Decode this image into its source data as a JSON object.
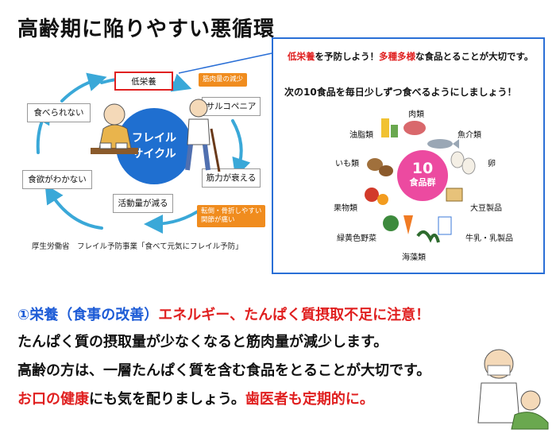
{
  "title": "高齢期に陥りやすい悪循環",
  "cycle": {
    "center_line1": "フレイル",
    "center_line2": "サイクル",
    "nodes": {
      "low_nutrition": "低栄養",
      "sarcopenia": "サルコペニア",
      "muscle_weak": "筋力が衰える",
      "activity_down": "活動量が減る",
      "no_appetite": "食欲がわかない",
      "cannot_eat": "食べられない"
    },
    "notes": {
      "muscle_loss": "筋肉量の減少",
      "fall_1": "転倒・骨折しやすい",
      "fall_2": "関節が痛い"
    },
    "colors": {
      "frail": "#1f6fd0",
      "note": "#f08c1e",
      "highlight": "#e02020"
    }
  },
  "source": "厚生労働省　フレイル予防事業「食べて元気にフレイル予防」",
  "food": {
    "line1_red1": "低栄養",
    "line1_mid1": "を予防しよう！",
    "line1_red2": "多種多様",
    "line1_end": "な食品とることが大切です。",
    "line2": "次の10食品を毎日少しずつ食べるようにしましょう！",
    "center_num": "10",
    "center_text": "食品群",
    "groups": {
      "meat": "肉類",
      "oil": "油脂類",
      "fish": "魚介類",
      "potato": "いも類",
      "egg": "卵",
      "fruit": "果物類",
      "soy": "大豆製品",
      "veg": "緑黄色野菜",
      "milk": "牛乳・乳製品",
      "seaweed": "海藻類"
    },
    "colors": {
      "border": "#2a6fd6",
      "ring": "#ec4aa0"
    }
  },
  "bottom": {
    "l1_blue": "①栄養（食事の改善）",
    "l1_red": "エネルギー、たんぱく質摂取不足に注意！",
    "l2": "たんぱく質の摂取量が少なくなると筋肉量が減少します。",
    "l3": "高齢の方は、一層たんぱく質を含む食品をとることが大切です。",
    "l4_red1": "お口の健康",
    "l4_mid": "にも気を配りましょう。",
    "l4_red2": "歯医者も定期的に。"
  }
}
